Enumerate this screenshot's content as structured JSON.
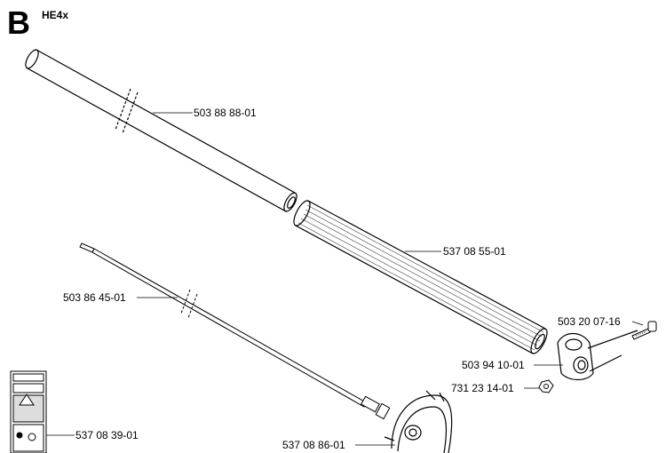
{
  "header": {
    "section": "B",
    "model": "HE4x"
  },
  "parts": [
    {
      "id": "upper-shaft-tube",
      "number": "503 88 88-01"
    },
    {
      "id": "lower-shaft-tube",
      "number": "537 08 55-01"
    },
    {
      "id": "drive-shaft",
      "number": "503 86 45-01"
    },
    {
      "id": "bolt",
      "number": "503 20 07-16"
    },
    {
      "id": "clamp",
      "number": "503 94 10-01"
    },
    {
      "id": "nut",
      "number": "731 23 14-01"
    },
    {
      "id": "decal",
      "number": "537 08 39-01"
    },
    {
      "id": "guard-housing",
      "number": "537 08 86-01"
    }
  ]
}
